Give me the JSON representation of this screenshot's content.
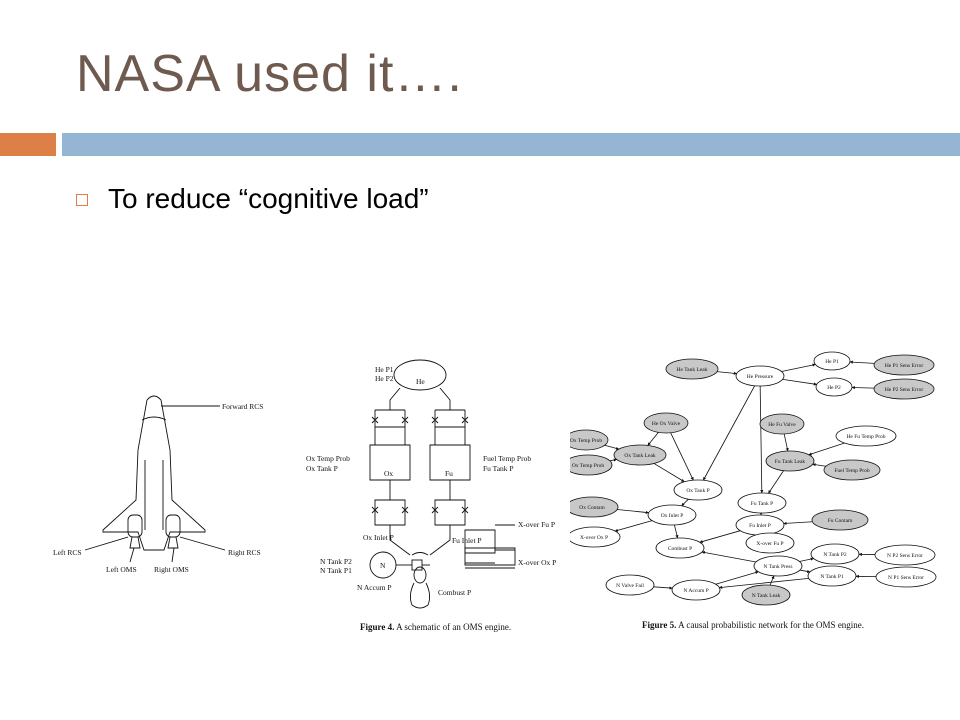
{
  "slide": {
    "title": "NASA used it….",
    "bullets": [
      "To reduce “cognitive load”"
    ],
    "colors": {
      "title": "#6f5a4f",
      "accent_orange": "#dd8047",
      "accent_blue": "#94b6d2"
    }
  },
  "shuttle": {
    "labels": {
      "forward_rcs": "Forward RCS",
      "left_rcs": "Left RCS",
      "right_rcs": "Right RCS",
      "left_oms": "Left OMS",
      "right_oms": "Right OMS"
    }
  },
  "schematic": {
    "labels": {
      "he_p1": "He P1",
      "he_p2": "He P2",
      "he": "He",
      "ox_temp_prob": "Ox Temp Prob",
      "ox_tank_p": "Ox Tank P",
      "fuel_temp_prob": "Fuel Temp Prob",
      "fu_tank_p": "Fu Tank P",
      "ox": "Ox",
      "fu": "Fu",
      "ox_inlet_p": "Ox Inlet P",
      "fu_inlet_p": "Fu Inlet P",
      "x_over_fu_p": "X-over Fu P",
      "x_over_ox_p": "X-over Ox P",
      "n_tank_p2": "N Tank P2",
      "n_tank_p1": "N Tank P1",
      "n": "N",
      "n_accum_p": "N Accum P",
      "combust_p": "Combust P"
    },
    "caption_bold": "Figure 4.",
    "caption_rest": " A schematic of an OMS engine."
  },
  "network": {
    "nodes": [
      "He Tank Leak",
      "He Pressure",
      "He P1",
      "He P1 Sens Error",
      "He P2",
      "He P2 Sens Error",
      "Ox Temp Prob",
      "He Ox Valve",
      "He Fu Valve",
      "He Fu Temp Prob",
      "Ox Temp Prob",
      "Ox Tank Leak",
      "Fu Tank Leak",
      "Fuel Temp Prob",
      "Ox Tank P",
      "Fu Tank P",
      "Ox Contam",
      "Ox Inlet P",
      "Fu Inlet P",
      "Fu Contam",
      "X-over Ox P",
      "X-over Fu P",
      "Combust P",
      "N Tank Press",
      "N Tank P2",
      "N P2 Sens Error",
      "N Tank P1",
      "N P1 Sens Error",
      "N Valve Fail",
      "N Accum P",
      "N Tank Leak"
    ],
    "caption_bold": "Figure 5.",
    "caption_rest": " A causal probabilistic network for the OMS engine."
  }
}
